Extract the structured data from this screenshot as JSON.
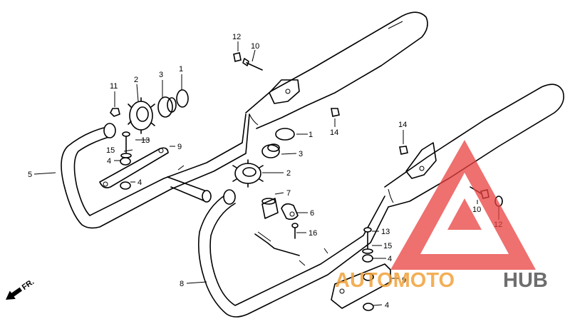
{
  "callouts": {
    "c1": "1",
    "c2": "2",
    "c3": "3",
    "c4": "4",
    "c5": "5",
    "c6": "6",
    "c7": "7",
    "c8": "8",
    "c9": "9",
    "c10": "10",
    "c11": "11",
    "c12": "12",
    "c13": "13",
    "c14": "14",
    "c15": "15",
    "c16": "16"
  },
  "direction_label": "FR.",
  "watermark": {
    "part1": "AUTOMOTO",
    "part2": "HUB",
    "logo_color": "#e8403f",
    "text_color": "#f2a23a",
    "text_color2": "#555555"
  }
}
